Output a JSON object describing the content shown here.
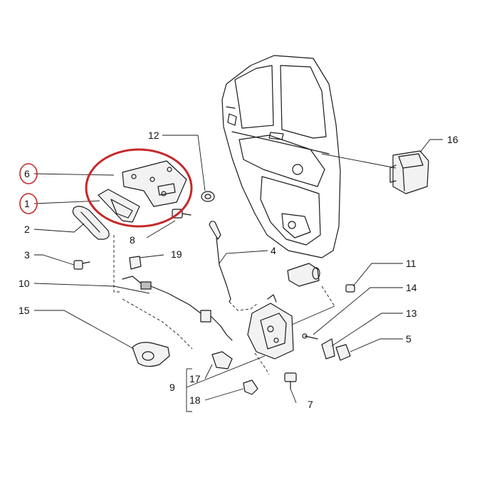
{
  "callouts": {
    "c1": "1",
    "c2": "2",
    "c3": "3",
    "c4": "4",
    "c5": "5",
    "c6": "6",
    "c7": "7",
    "c8": "8",
    "c9": "9",
    "c10": "10",
    "c11": "11",
    "c12": "12",
    "c13": "13",
    "c14": "14",
    "c15": "15",
    "c16": "16",
    "c17": "17",
    "c18": "18",
    "c19": "19"
  },
  "colors": {
    "highlight": "#c62828",
    "line": "#1a1a1a",
    "background": "#ffffff"
  }
}
